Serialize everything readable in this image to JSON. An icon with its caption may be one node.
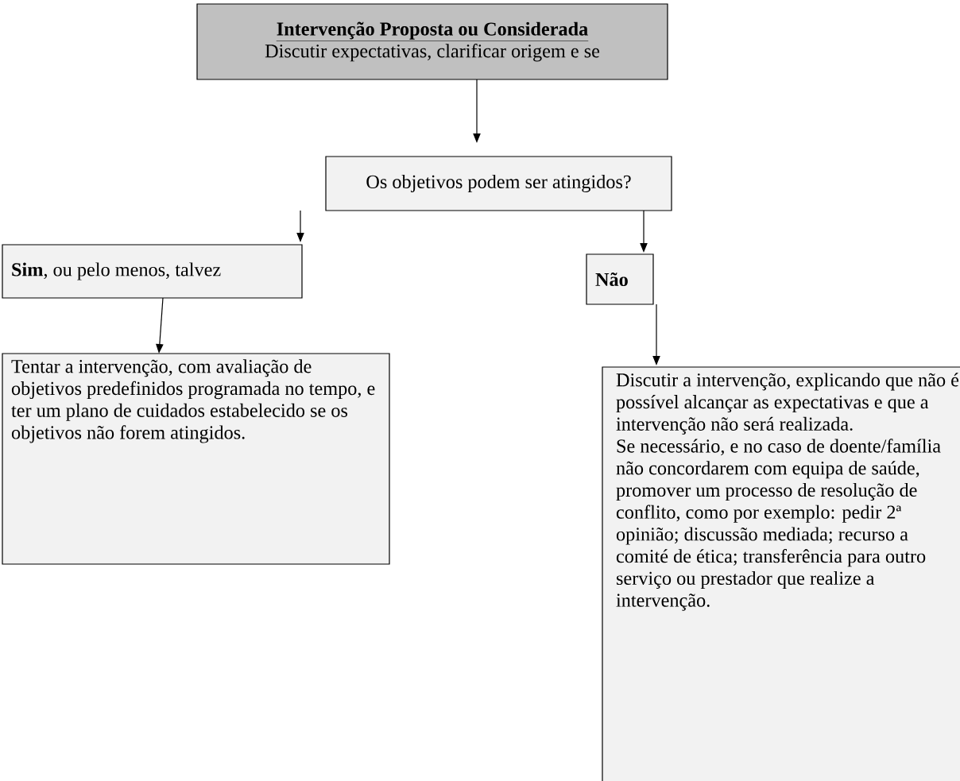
{
  "diagram": {
    "nodes": [
      {
        "text": [
          "Intervenção Proposta ou Considerada",
          "Discutir expectativas, clarificar origem e se"
        ]
      },
      {
        "text": [
          "Os objetivos podem ser atingidos?"
        ]
      },
      {
        "text": [
          "**Sim**, ou pelo menos, talvez"
        ]
      },
      {
        "text": [
          "Não"
        ]
      },
      {
        "text": [
          "Tentar a intervenção, com avaliação de objetivos predefinidos programada no tempo, e ter um plano de cuidados estabelecido se os objetivos não forem atingidos."
        ]
      },
      {
        "text": [
          "Discutir a intervenção, explicando que não é possível alcançar as expectativas e que a intervenção não será realizada.",
          "Se necessário, e no caso de doente/família não concordarem com equipa de saúde, promover um processo de resolução de conflito, como por exemplo: pedir 2ª opinião; discussão mediada; recurso a comité de ética; transferência para outro serviço ou prestador que realize a intervenção."
        ]
      }
    ],
    "edges": [
      {
        "from": 0,
        "to": 1,
        "arrow": "to"
      },
      {
        "from": 1,
        "to": 2,
        "arrow": "to"
      },
      {
        "from": 1,
        "to": 3,
        "arrow": "to"
      },
      {
        "from": 2,
        "to": 4,
        "arrow": "to"
      },
      {
        "from": 3,
        "to": 5,
        "arrow": "to"
      }
    ]
  }
}
